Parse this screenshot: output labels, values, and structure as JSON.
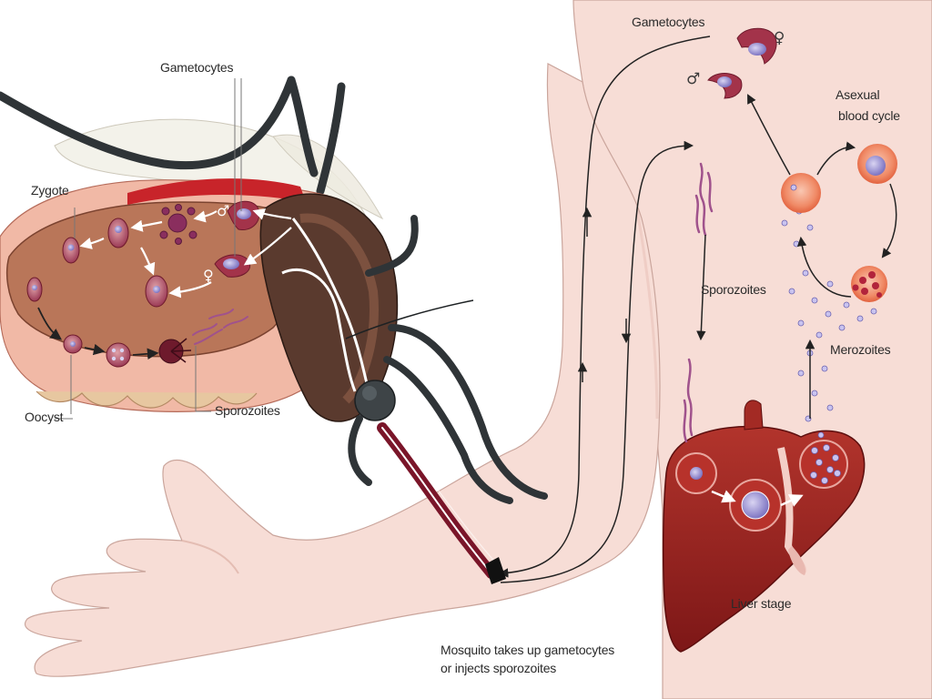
{
  "labels": {
    "gametocytes_mosquito": "Gametocytes",
    "zygote": "Zygote",
    "oocyst": "Oocyst",
    "sporozoites_mosquito": "Sporozoites",
    "gametocytes_human": "Gametocytes",
    "asexual_blood_cycle_1": "Asexual",
    "asexual_blood_cycle_2": "blood cycle",
    "sporozoites_human": "Sporozoites",
    "merozoites": "Merozoites",
    "liver_stage": "Liver stage",
    "caption_1": "Mosquito takes up gametocytes",
    "caption_2": "or injects sporozoites"
  },
  "symbols": {
    "male": "♂",
    "female": "♀"
  }
}
